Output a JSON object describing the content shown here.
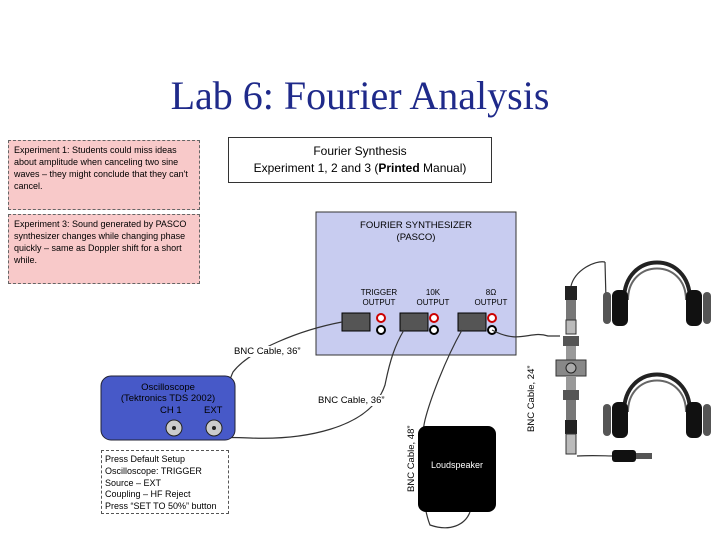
{
  "title": "Lab 6: Fourier Analysis",
  "notes": {
    "experiment1": "Experiment 1: Students could miss ideas about amplitude when canceling two sine waves – they might conclude that they can't cancel.",
    "experiment3": "Experiment 3: Sound generated by PASCO synthesizer changes while changing phase quickly – same as Doppler shift for a short while."
  },
  "synthesis_box": {
    "line1": "Fourier Synthesis",
    "line2_prefix": "Experiment 1, 2 and 3 (",
    "line2_bold": "Printed",
    "line2_suffix": " Manual)"
  },
  "synthesizer": {
    "label_line1": "FOURIER SYNTHESIZER",
    "label_line2": "(PASCO)",
    "outputs": [
      {
        "line1": "TRIGGER",
        "line2": "OUTPUT"
      },
      {
        "line1": "10K",
        "line2": "OUTPUT"
      },
      {
        "line1": "8Ω",
        "line2": "OUTPUT"
      }
    ]
  },
  "oscilloscope": {
    "label_line1": "Oscilloscope",
    "label_line2": "(Tektronics TDS 2002)",
    "ch1": "CH 1",
    "ext": "EXT"
  },
  "setup_note": {
    "lines": [
      "Press Default Setup",
      "Oscilloscope: TRIGGER",
      "Source – EXT",
      "Coupling – HF Reject",
      "Press “SET TO 50%” button"
    ]
  },
  "speaker": {
    "label": "Loudspeaker"
  },
  "cables": {
    "c1": "BNC Cable, 36”",
    "c2": "BNC Cable, 36”",
    "c3": "BNC Cable, 48”",
    "c4": "BNC Cable, 24”"
  },
  "colors": {
    "title": "#1f2a8a",
    "note_bg": "#f8c9c9",
    "synth_bg": "#c8ccf0",
    "scope_bg": "#4759c8"
  }
}
